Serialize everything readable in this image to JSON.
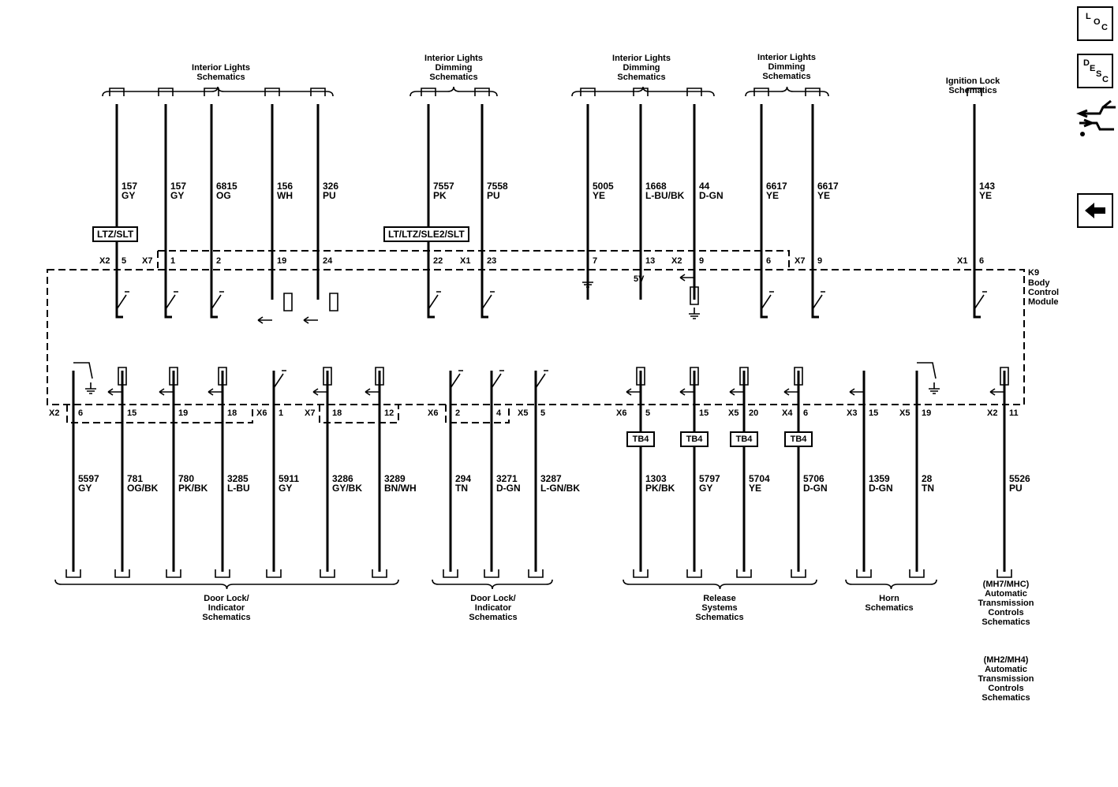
{
  "module": {
    "name": "K9",
    "lines": [
      "Body",
      "Control",
      "Module"
    ]
  },
  "top_groups": [
    {
      "text": "Interior Lights\nSchematics"
    },
    {
      "text": "Interior Lights\nDimming\nSchematics"
    },
    {
      "text": "Interior Lights\nDimming\nSchematics"
    },
    {
      "text": "Interior Lights\nDimming\nSchematics"
    },
    {
      "text": "Ignition Lock\nSchematics"
    }
  ],
  "bottom_groups": [
    {
      "text": "Door Lock/\nIndicator\nSchematics"
    },
    {
      "text": "Door Lock/\nIndicator\nSchematics"
    },
    {
      "text": "Release\nSystems\nSchematics"
    },
    {
      "text": "Horn\nSchematics"
    },
    {
      "text": "(MH7/MHC)\nAutomatic\nTransmission\nControls\nSchematics"
    },
    {
      "text": "(MH2/MH4)\nAutomatic\nTransmission\nControls\nSchematics"
    }
  ],
  "top_wires": [
    {
      "circuit": "157",
      "color": "GY",
      "pin": "5"
    },
    {
      "circuit": "157",
      "color": "GY",
      "pin": "1"
    },
    {
      "circuit": "6815",
      "color": "OG",
      "pin": "2"
    },
    {
      "circuit": "156",
      "color": "WH",
      "pin": "19"
    },
    {
      "circuit": "326",
      "color": "PU",
      "pin": "24"
    },
    {
      "circuit": "7557",
      "color": "PK",
      "pin": "22"
    },
    {
      "circuit": "7558",
      "color": "PU",
      "pin": "23"
    },
    {
      "circuit": "5005",
      "color": "YE",
      "pin": "7"
    },
    {
      "circuit": "1668",
      "color": "L-BU/BK",
      "pin": "13"
    },
    {
      "circuit": "44",
      "color": "D-GN",
      "pin": "9"
    },
    {
      "circuit": "6617",
      "color": "YE",
      "pin": "6"
    },
    {
      "circuit": "6617",
      "color": "YE",
      "pin": "9"
    },
    {
      "circuit": "143",
      "color": "YE",
      "pin": "6"
    }
  ],
  "top_connectors": [
    "X2",
    "X7",
    "X1",
    "X2",
    "X7",
    "X1"
  ],
  "bottom_wires": [
    {
      "circuit": "5597",
      "color": "GY",
      "pin": "6"
    },
    {
      "circuit": "781",
      "color": "OG/BK",
      "pin": "15"
    },
    {
      "circuit": "780",
      "color": "PK/BK",
      "pin": "19"
    },
    {
      "circuit": "3285",
      "color": "L-BU",
      "pin": "18"
    },
    {
      "circuit": "5911",
      "color": "GY",
      "pin": "1"
    },
    {
      "circuit": "3286",
      "color": "GY/BK",
      "pin": "18"
    },
    {
      "circuit": "3289",
      "color": "BN/WH",
      "pin": "12"
    },
    {
      "circuit": "294",
      "color": "TN",
      "pin": "2"
    },
    {
      "circuit": "3271",
      "color": "D-GN",
      "pin": "4"
    },
    {
      "circuit": "3287",
      "color": "L-GN/BK",
      "pin": "5"
    },
    {
      "circuit": "1303",
      "color": "PK/BK",
      "pin": "5"
    },
    {
      "circuit": "5797",
      "color": "GY",
      "pin": "15"
    },
    {
      "circuit": "5704",
      "color": "YE",
      "pin": "20"
    },
    {
      "circuit": "5706",
      "color": "D-GN",
      "pin": "6"
    },
    {
      "circuit": "1359",
      "color": "D-GN",
      "pin": "15"
    },
    {
      "circuit": "28",
      "color": "TN",
      "pin": "19"
    },
    {
      "circuit": "5526",
      "color": "PU",
      "pin": "11"
    }
  ],
  "bottom_connectors": [
    "X2",
    "X6",
    "X7",
    "X6",
    "X5",
    "X6",
    "X5",
    "X4",
    "X3",
    "X5",
    "X2"
  ],
  "options": [
    "LTZ/SLT",
    "LT/LTZ/SLE2/SLT"
  ],
  "tb_label": "TB4",
  "five_volt": "5V",
  "icons": {
    "loc": {
      "a": "L",
      "b": "O",
      "c": "C"
    },
    "desc": {
      "a": "D",
      "b": "E",
      "c": "S",
      "d": "C"
    }
  }
}
